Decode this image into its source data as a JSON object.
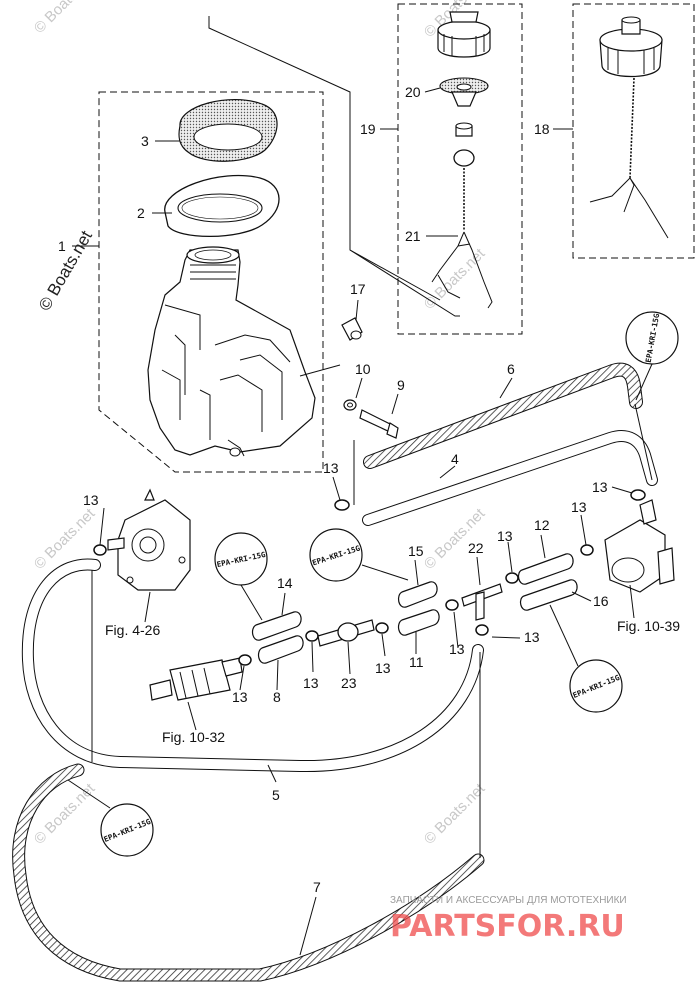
{
  "diagram": {
    "callouts": [
      {
        "id": "c1",
        "label": "1"
      },
      {
        "id": "c2",
        "label": "2"
      },
      {
        "id": "c3",
        "label": "3"
      },
      {
        "id": "c4",
        "label": "4"
      },
      {
        "id": "c5",
        "label": "5"
      },
      {
        "id": "c6",
        "label": "6"
      },
      {
        "id": "c7",
        "label": "7"
      },
      {
        "id": "c8",
        "label": "8"
      },
      {
        "id": "c9",
        "label": "9"
      },
      {
        "id": "c10",
        "label": "10"
      },
      {
        "id": "c11",
        "label": "11"
      },
      {
        "id": "c12",
        "label": "12"
      },
      {
        "id": "c13a",
        "label": "13"
      },
      {
        "id": "c13b",
        "label": "13"
      },
      {
        "id": "c13c",
        "label": "13"
      },
      {
        "id": "c13d",
        "label": "13"
      },
      {
        "id": "c13e",
        "label": "13"
      },
      {
        "id": "c13f",
        "label": "13"
      },
      {
        "id": "c13g",
        "label": "13"
      },
      {
        "id": "c13h",
        "label": "13"
      },
      {
        "id": "c13i",
        "label": "13"
      },
      {
        "id": "c13j",
        "label": "13"
      },
      {
        "id": "c14",
        "label": "14"
      },
      {
        "id": "c15",
        "label": "15"
      },
      {
        "id": "c16",
        "label": "16"
      },
      {
        "id": "c17",
        "label": "17"
      },
      {
        "id": "c18",
        "label": "18"
      },
      {
        "id": "c19",
        "label": "19"
      },
      {
        "id": "c20",
        "label": "20"
      },
      {
        "id": "c21",
        "label": "21"
      },
      {
        "id": "c22",
        "label": "22"
      },
      {
        "id": "c23",
        "label": "23"
      }
    ],
    "figure_refs": {
      "fig_4_26": "Fig. 4-26",
      "fig_10_32": "Fig. 10-32",
      "fig_10_39": "Fig. 10-39"
    },
    "epa_tag": "EPA-KRI-15G",
    "watermarks": {
      "main": "© Boats.net",
      "faint": "© Boats.net"
    },
    "branding": {
      "subtitle": "ЗАПЧАСТИ И АКСЕССУАРЫ ДЛЯ МОТОТЕХНИКИ",
      "name": "PARTSFOR.RU"
    }
  }
}
